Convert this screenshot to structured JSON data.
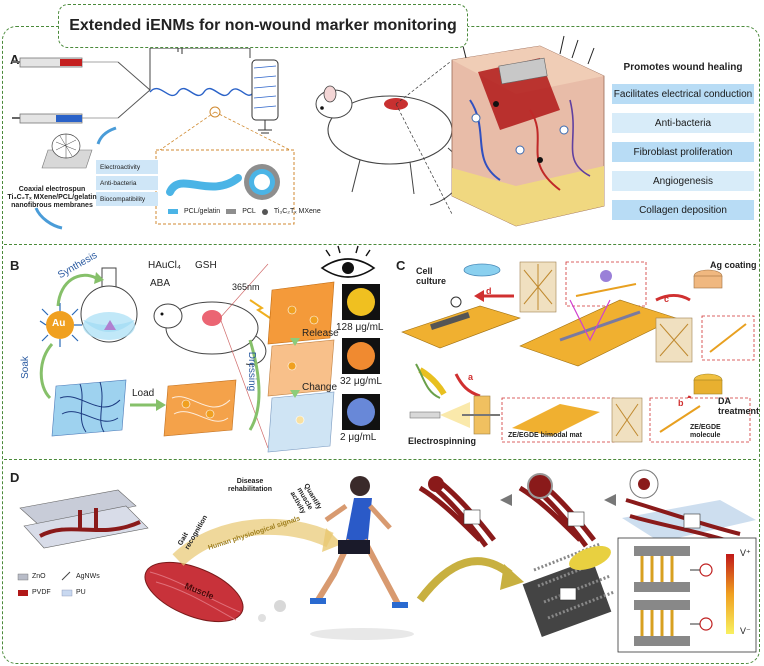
{
  "title": "Extended iENMs for non-wound marker monitoring",
  "panels": {
    "a": {
      "label": "A",
      "membrane_caption": "Coaxial electrospun Ti₃C₂Tₓ MXene/PCL/gelatin nanofibrous membranes",
      "properties": [
        "Electroactivity",
        "Anti-bacteria",
        "Biocompatibility"
      ],
      "fiber_legend": [
        "PCL/gelatin",
        "PCL",
        "Ti₃C₂Tₓ MXene"
      ],
      "benefits_header": "Promotes wound healing",
      "benefits": [
        "Facilitates electrical conduction",
        "Anti-bacteria",
        "Fibroblast proliferation",
        "Angiogenesis",
        "Collagen deposition"
      ]
    },
    "b": {
      "label": "B",
      "synthesis": "Synthesis",
      "reagents": [
        "HAuCl₄",
        "GSH",
        "ABA"
      ],
      "au": "Au",
      "soak": "Soak",
      "load": "Load",
      "uv": "365nm",
      "release": "Release",
      "change": "Change",
      "dressing": "Dressing",
      "concentrations": [
        "128 μg/mL",
        "32 μg/mL",
        "2 μg/mL"
      ]
    },
    "c": {
      "label": "C",
      "cell_culture": "Cell culture",
      "ag_coating": "Ag coating",
      "da_treatment": "DA treatment",
      "electrospinning": "Electrospinning",
      "mat": "ZE/EGDE bimodal mat",
      "molecule": "ZE/EGDE molecule",
      "steps": [
        "a",
        "b",
        "c",
        "d"
      ]
    },
    "d": {
      "label": "D",
      "legend": [
        "ZnO",
        "AgNWs",
        "PVDF",
        "PU"
      ],
      "arc_labels": [
        "Gait recognition",
        "Disease rehabilitation",
        "Quantify muscle activity"
      ],
      "arc_text": "Human physiological signals",
      "muscle": "Muscle",
      "vplus": "V⁺",
      "vminus": "V⁻"
    }
  },
  "colors": {
    "border": "#4a8a3a",
    "button_dark": "#b8dcf5",
    "button_light": "#d8ecf9",
    "gold": "#e8b420",
    "fiber_red": "#8a1a1a"
  }
}
